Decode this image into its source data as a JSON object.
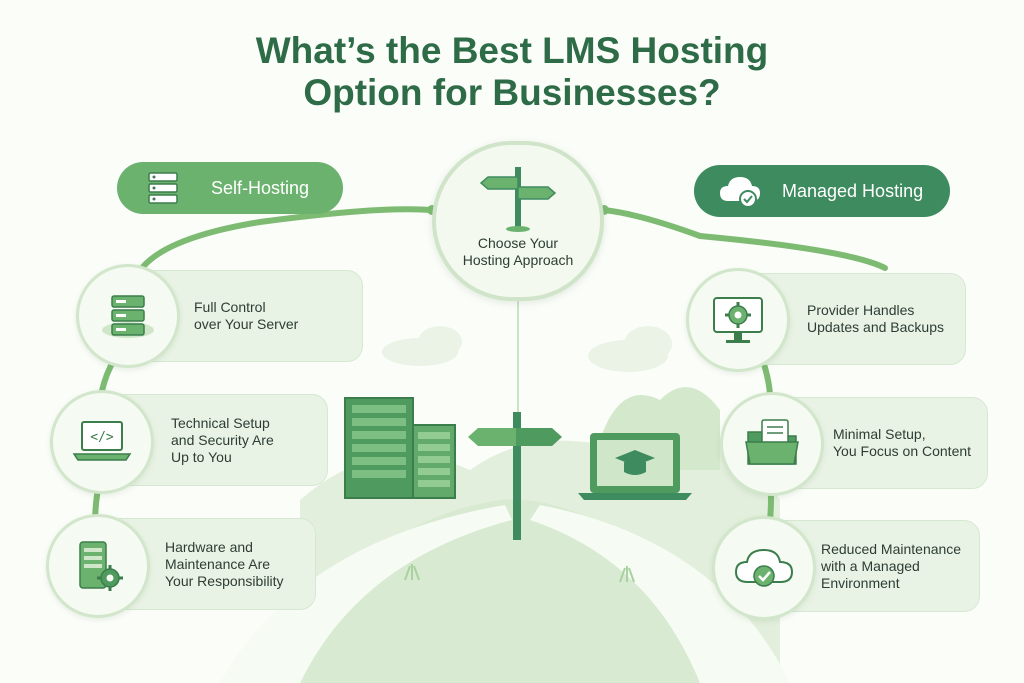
{
  "title": {
    "line1": "What’s the Best LMS Hosting",
    "line2": "Option for Businesses?"
  },
  "center": {
    "label": "Choose Your\nHosting Approach",
    "icon": "signpost-icon"
  },
  "self_hosting": {
    "label": "Self-Hosting",
    "icon": "server-stack-icon",
    "color": "#6cb26f",
    "items": [
      {
        "text": "Full Control\nover Your Server",
        "icon": "server-stack-icon"
      },
      {
        "text": "Technical Setup\nand Security Are\nUp to You",
        "icon": "laptop-code-icon"
      },
      {
        "text": "Hardware and\nMaintenance Are\nYour Responsibility",
        "icon": "server-gear-icon"
      }
    ]
  },
  "managed_hosting": {
    "label": "Managed Hosting",
    "icon": "cloud-check-icon",
    "color": "#3f8b60",
    "items": [
      {
        "text": "Provider Handles\nUpdates and Backups",
        "icon": "monitor-gear-icon"
      },
      {
        "text": "Minimal Setup,\nYou Focus on Content",
        "icon": "folder-document-icon"
      },
      {
        "text": "Reduced Maintenance\nwith a Managed\nEnvironment",
        "icon": "cloud-check-icon"
      }
    ]
  },
  "colors": {
    "title": "#2e6b47",
    "accent_light": "#6cb26f",
    "accent_dark": "#3f8b60",
    "card_bg": "#e9f3e5",
    "connector": "#7dbb72"
  }
}
